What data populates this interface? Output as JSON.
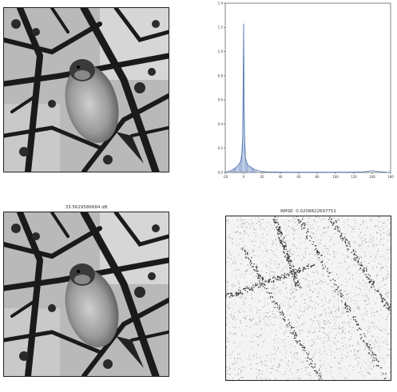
{
  "panels": {
    "original": {
      "title": ""
    },
    "reconstructed": {
      "title": "33.5629586684 dB"
    },
    "error": {
      "title": "RMSE: 0.0208822697751"
    }
  },
  "chart_data": {
    "type": "line",
    "title": "",
    "xlabel": "",
    "ylabel": "",
    "xlim": [
      -20,
      160
    ],
    "ylim": [
      0,
      1.4
    ],
    "xticks": [
      -20,
      0,
      20,
      40,
      60,
      80,
      100,
      120,
      140,
      160
    ],
    "yticks": [
      0.0,
      0.2,
      0.4,
      0.6,
      0.8,
      1.0,
      1.2,
      1.4
    ],
    "xtick_labels": [
      "-20",
      "0",
      "20",
      "40",
      "60",
      "80",
      "100",
      "120",
      "140",
      "160"
    ],
    "ytick_labels": [
      "0.0",
      "0.2",
      "0.4",
      "0.6",
      "0.8",
      "1.0",
      "1.2",
      "1.4"
    ],
    "grid": false,
    "color": "#4c72b0",
    "series": [
      {
        "x": [
          -20,
          -18,
          -16,
          -14,
          -13,
          -12,
          -11,
          -10,
          -9,
          -8,
          -7,
          -6,
          -5,
          -4,
          -3,
          -2,
          -1,
          0,
          0.5,
          1,
          1.5,
          2,
          3,
          4,
          5,
          6,
          7,
          8,
          9,
          10,
          11,
          12,
          14,
          16,
          18,
          20,
          25,
          30,
          40,
          60,
          80,
          100,
          120,
          130,
          135,
          140,
          145,
          150,
          155,
          160
        ],
        "y": [
          0.0,
          0.005,
          0.01,
          0.015,
          0.02,
          0.02,
          0.03,
          0.03,
          0.04,
          0.04,
          0.05,
          0.06,
          0.07,
          0.08,
          0.1,
          0.15,
          0.3,
          1.23,
          0.6,
          0.3,
          0.2,
          0.12,
          0.09,
          0.07,
          0.06,
          0.05,
          0.05,
          0.04,
          0.04,
          0.03,
          0.03,
          0.02,
          0.02,
          0.015,
          0.01,
          0.008,
          0.005,
          0.004,
          0.003,
          0.002,
          0.002,
          0.002,
          0.003,
          0.005,
          0.01,
          0.015,
          0.01,
          0.005,
          0.002,
          0.0
        ]
      }
    ]
  }
}
